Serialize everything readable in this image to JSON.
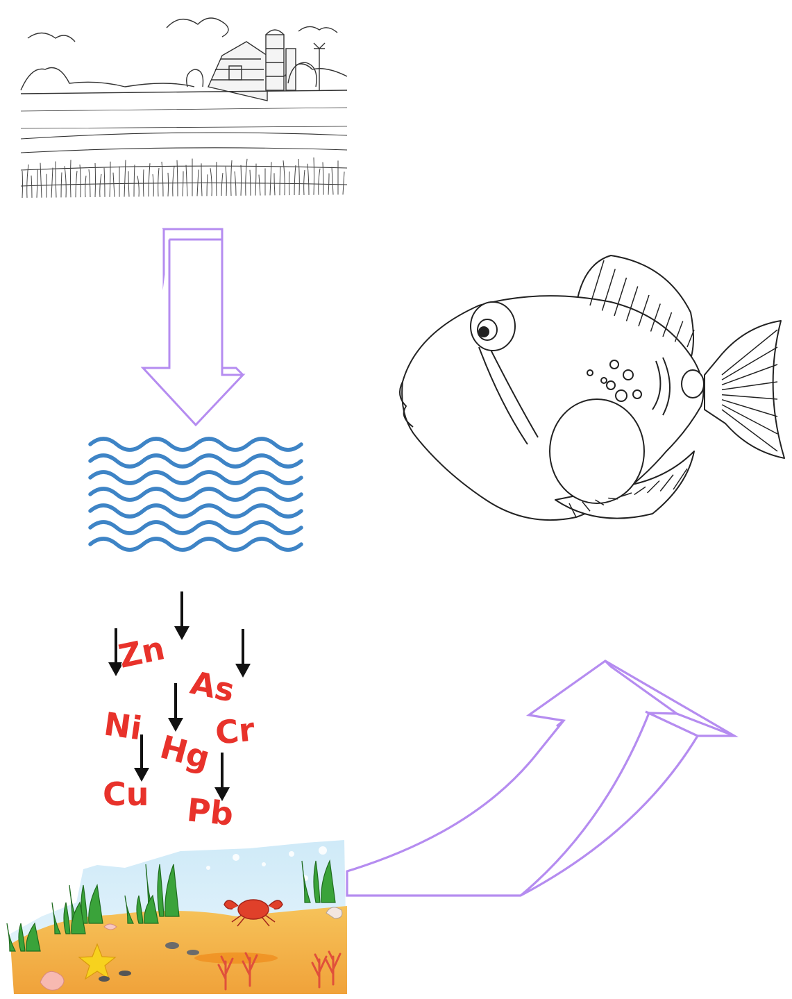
{
  "diagram": {
    "metals": [
      {
        "symbol": "Zn"
      },
      {
        "symbol": "As"
      },
      {
        "symbol": "Ni"
      },
      {
        "symbol": "Hg"
      },
      {
        "symbol": "Cr"
      },
      {
        "symbol": "Cu"
      },
      {
        "symbol": "Pb"
      }
    ],
    "colors": {
      "arrow_outline": "#b58cf0",
      "water": "#3e84c6",
      "metal_text": "#e8322b",
      "sand": "#f3b64a",
      "sea": "#bfe3f5",
      "seaweed": "#3aa33a",
      "fish_line": "#222222"
    },
    "icons": [
      "farm-sketch-icon",
      "water-waves-icon",
      "fish-icon",
      "seabed-icon",
      "crab-icon",
      "starfish-icon"
    ]
  }
}
